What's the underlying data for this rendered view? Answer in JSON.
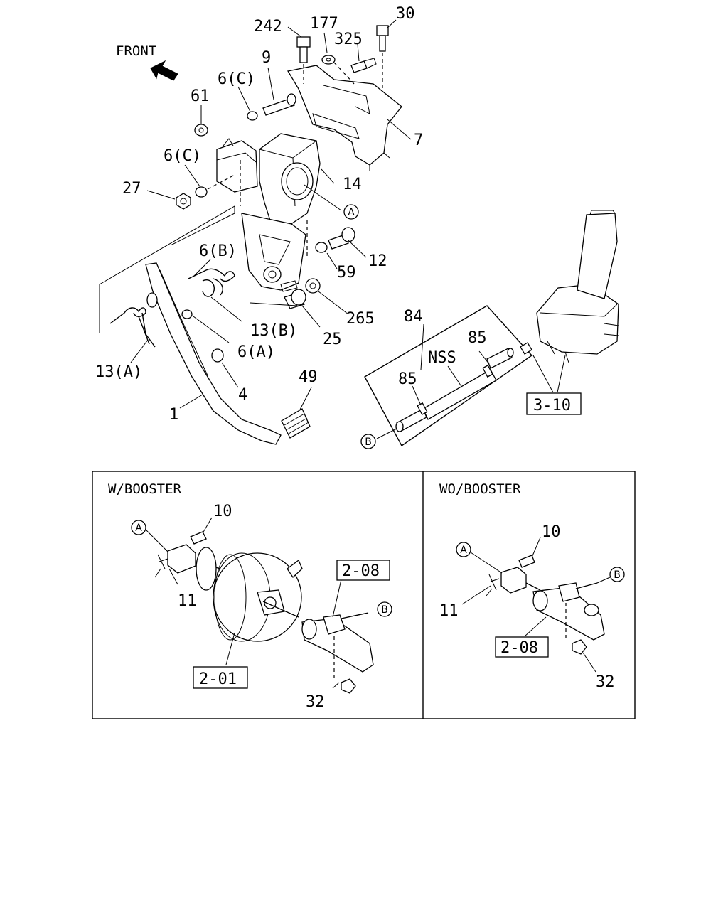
{
  "front_label": "FRONT",
  "callouts": {
    "c242": "242",
    "c177": "177",
    "c30": "30",
    "c325": "325",
    "c9": "9",
    "c6c_top": "6(C)",
    "c61": "61",
    "c7": "7",
    "c6c_mid": "6(C)",
    "c14": "14",
    "c27": "27",
    "cA_top": "A",
    "c12": "12",
    "c6b": "6(B)",
    "c59": "59",
    "c265": "265",
    "c13b": "13(B)",
    "c25": "25",
    "c6a": "6(A)",
    "c13a": "13(A)",
    "c4": "4",
    "c1": "1",
    "c49": "49",
    "c84": "84",
    "c85_right": "85",
    "cNSS": "NSS",
    "c85_left": "85",
    "cB_hose": "B",
    "c3_10": "3-10"
  },
  "boxes": {
    "w_booster": {
      "title": "W/BOOSTER",
      "c10": "10",
      "cA": "A",
      "c11": "11",
      "c2_08": "2-08",
      "cB": "B",
      "c2_01": "2-01",
      "c32": "32"
    },
    "wo_booster": {
      "title": "WO/BOOSTER",
      "c10": "10",
      "cA": "A",
      "cB": "B",
      "c11": "11",
      "c2_08": "2-08",
      "c32": "32"
    }
  }
}
